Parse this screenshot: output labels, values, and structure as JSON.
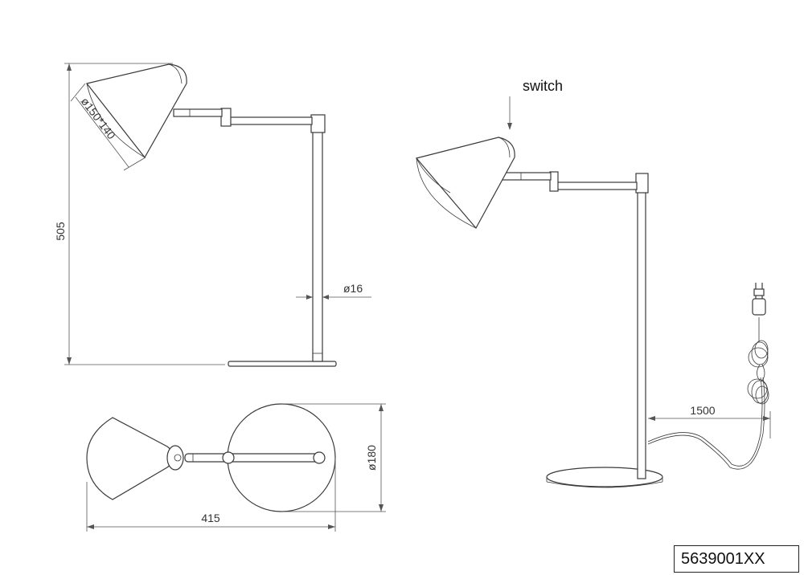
{
  "dimensions": {
    "height": "505",
    "shade": "ø150*140",
    "pole_diameter": "ø16",
    "width": "415",
    "base_diameter": "ø180",
    "cable_length": "1500"
  },
  "labels": {
    "switch": "switch"
  },
  "model_number": "5639001XX"
}
